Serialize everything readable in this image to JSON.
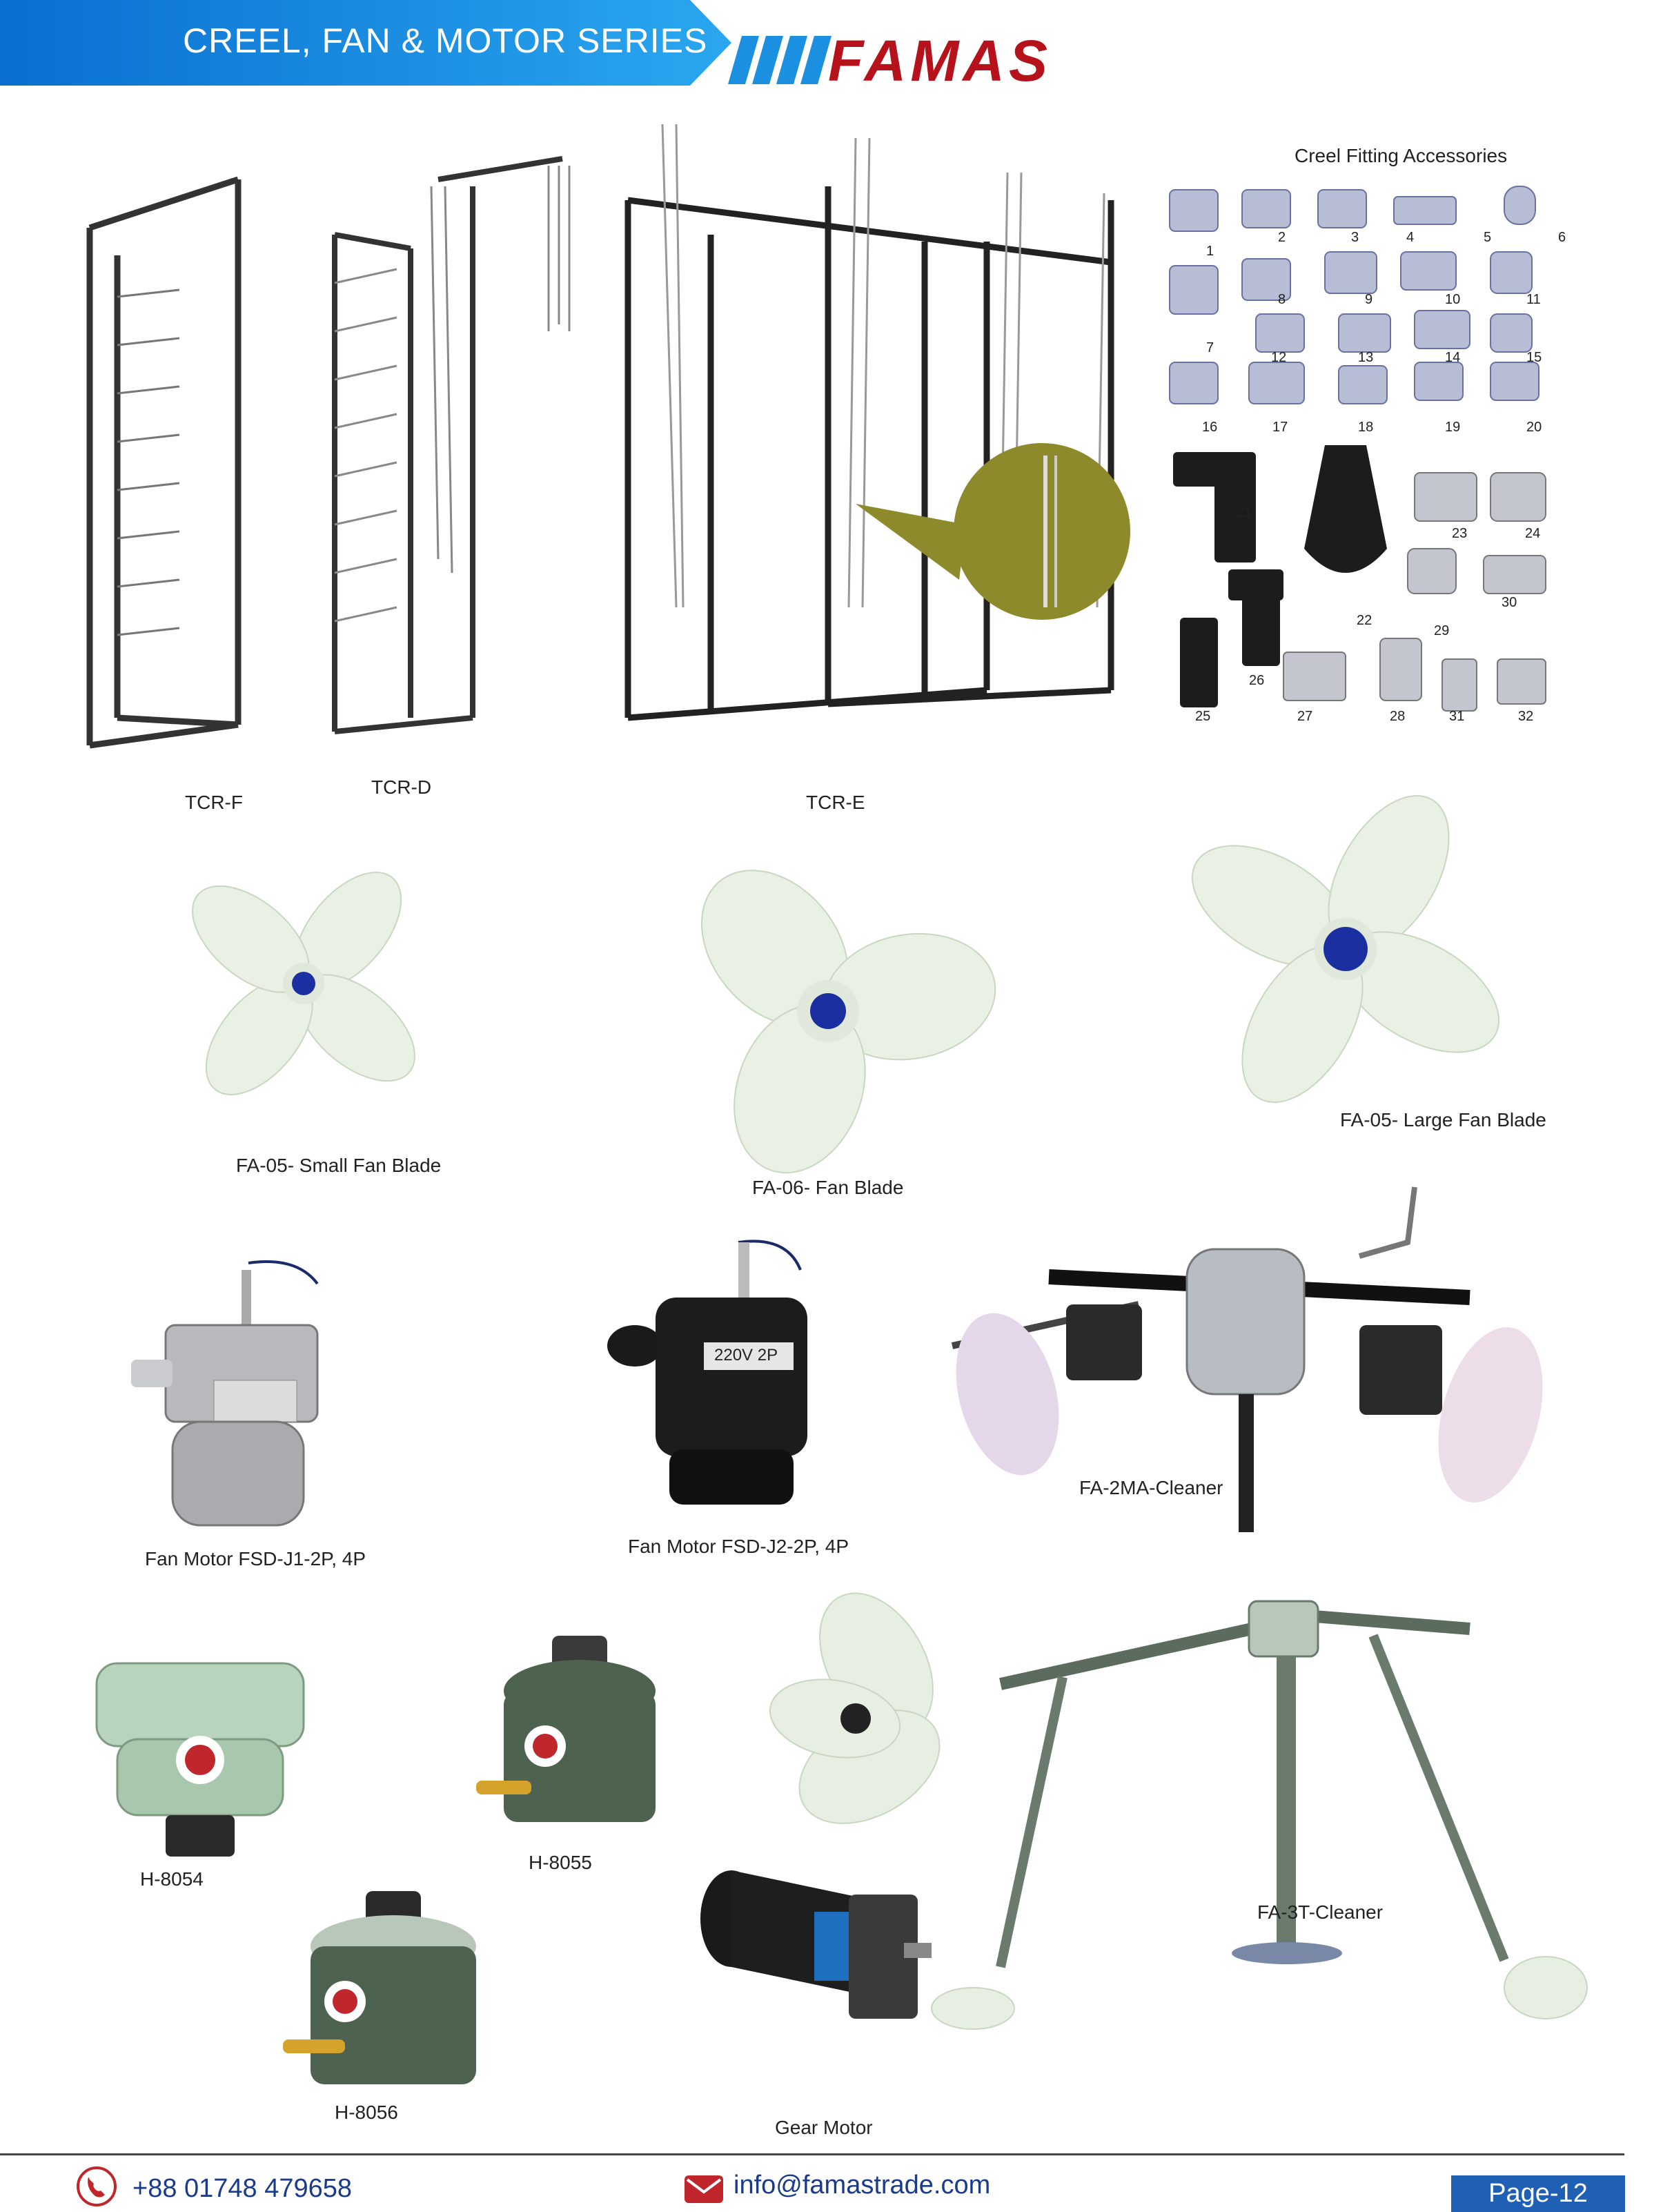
{
  "header": {
    "title": "CREEL, FAN & MOTOR SERIES",
    "brand": "FAMAS"
  },
  "creel_accessories": {
    "title": "Creel Fitting Accessories",
    "numbers": [
      "1",
      "2",
      "3",
      "4",
      "5",
      "6",
      "7",
      "8",
      "9",
      "10",
      "11",
      "12",
      "13",
      "14",
      "15",
      "16",
      "17",
      "18",
      "19",
      "20",
      "21",
      "22",
      "23",
      "24",
      "25",
      "26",
      "27",
      "28",
      "29",
      "30",
      "31",
      "32"
    ]
  },
  "products": {
    "tcr_f": "TCR-F",
    "tcr_d": "TCR-D",
    "tcr_e": "TCR-E",
    "fa05_small": "FA-05- Small Fan Blade",
    "fa06": "FA-06- Fan Blade",
    "fa05_large": "FA-05- Large Fan Blade",
    "fsd_j1": "Fan Motor FSD-J1-2P, 4P",
    "fsd_j2": "Fan Motor FSD-J2-2P, 4P",
    "fsd_j2_plate": "220V 2P",
    "fa2ma": "FA-2MA-Cleaner",
    "h8054": "H-8054",
    "h8055": "H-8055",
    "h8056": "H-8056",
    "gear_motor": "Gear Motor",
    "fa3t": "FA-3T-Cleaner"
  },
  "footer": {
    "phone": "+88 01748 479658",
    "email": "info@famastrade.com",
    "page": "Page-12"
  },
  "colors": {
    "header_blue": "#1b8fe0",
    "brand_red": "#b5121b",
    "footer_blue": "#1f5fb4",
    "fan_blade": "#e8f1e4",
    "hub_blue": "#1c2fa0"
  }
}
